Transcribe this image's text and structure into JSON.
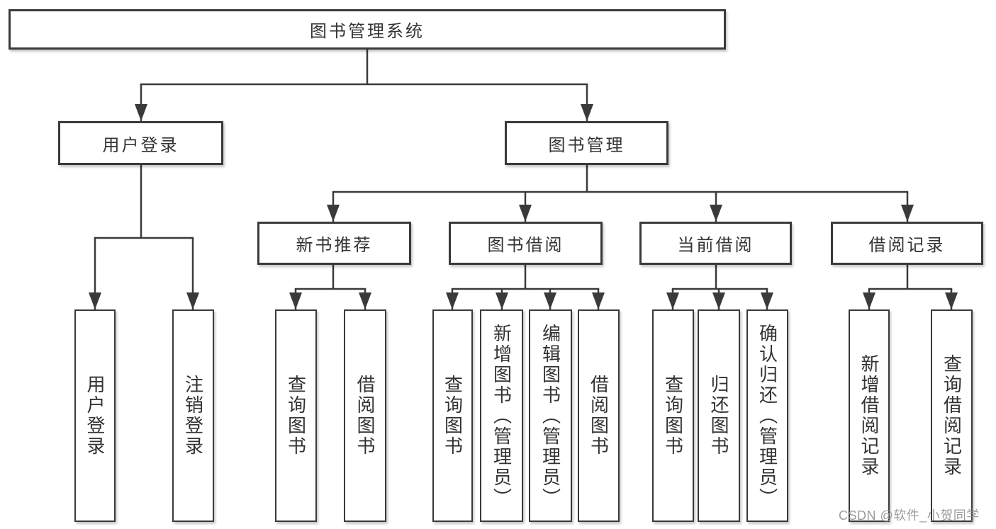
{
  "diagram": {
    "root": {
      "label": "图书管理系统"
    },
    "branches": [
      {
        "label": "用户登录",
        "children": [
          {
            "label": "用户登录"
          },
          {
            "label": "注销登录"
          }
        ]
      },
      {
        "label": "图书管理",
        "children": [
          {
            "label": "新书推荐",
            "children": [
              {
                "label": "查询图书"
              },
              {
                "label": "借阅图书"
              }
            ]
          },
          {
            "label": "图书借阅",
            "children": [
              {
                "label": "查询图书"
              },
              {
                "label": "新增图书（管理员）"
              },
              {
                "label": "编辑图书（管理员）"
              },
              {
                "label": "借阅图书"
              }
            ]
          },
          {
            "label": "当前借阅",
            "children": [
              {
                "label": "查询图书"
              },
              {
                "label": "归还图书"
              },
              {
                "label": "确认归还（管理员）"
              }
            ]
          },
          {
            "label": "借阅记录",
            "children": [
              {
                "label": "新增借阅记录"
              },
              {
                "label": "查询借阅记录"
              }
            ]
          }
        ]
      }
    ],
    "watermark": "CSDN @软件_小贺同学",
    "colors": {
      "line": "#3a3a3a",
      "text": "#333333",
      "background": "#ffffff",
      "watermark": "#949494"
    }
  }
}
